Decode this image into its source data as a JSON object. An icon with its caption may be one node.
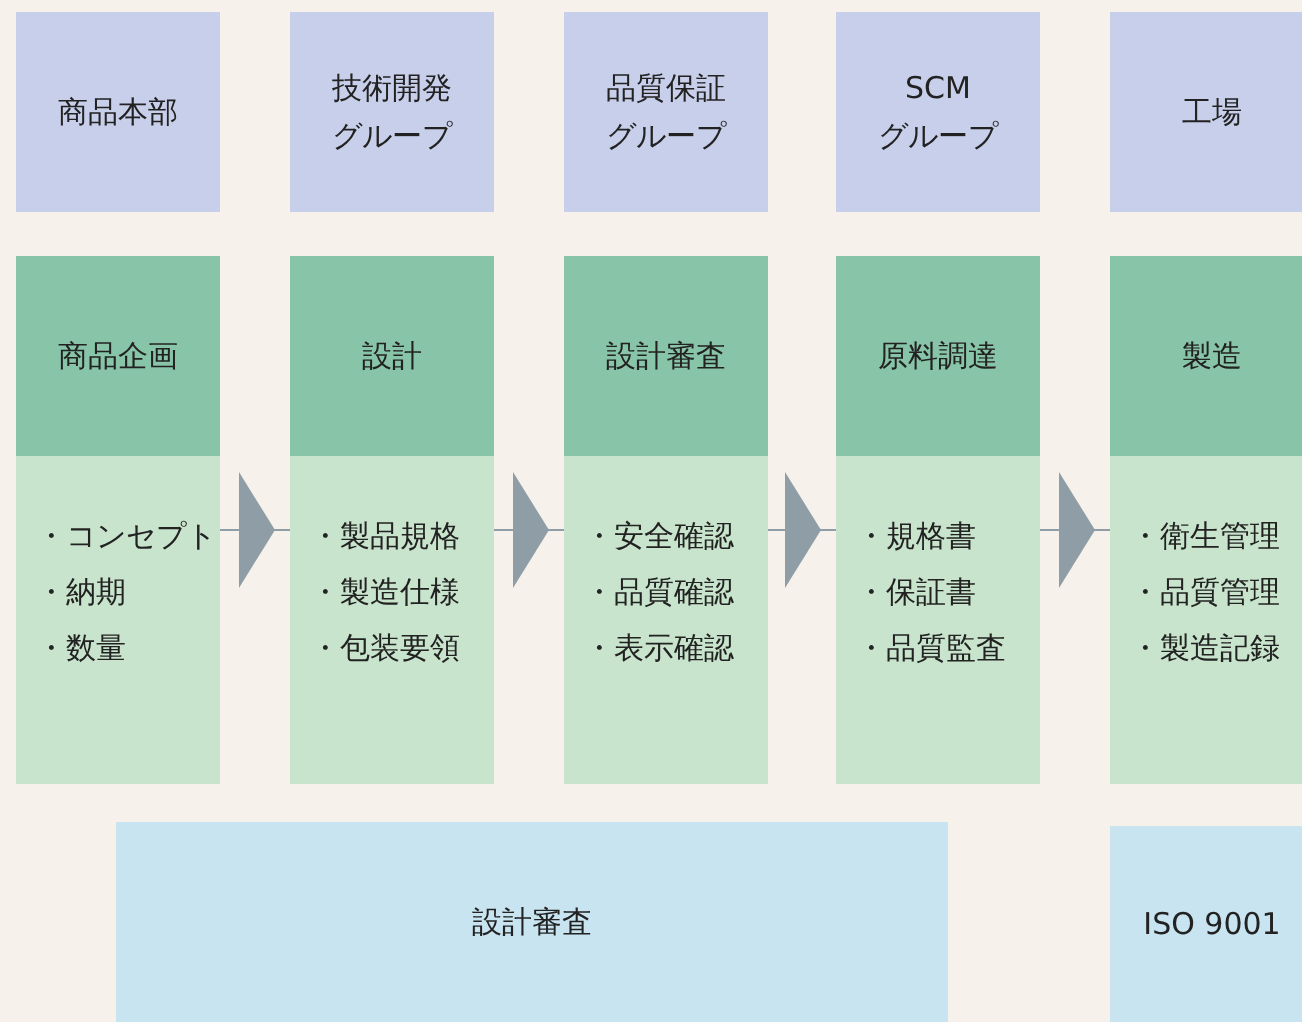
{
  "diagram": {
    "nodes": [
      {
        "text": [
          "商品本部"
        ]
      },
      {
        "text": [
          "技術開発グループ"
        ]
      },
      {
        "text": [
          "品質保証グループ"
        ]
      },
      {
        "text": [
          "SCMグループ"
        ]
      },
      {
        "text": [
          "工場"
        ]
      },
      {
        "text": [
          "商品企画",
          "・コンセプト",
          "・納期",
          "・数量"
        ]
      },
      {
        "text": [
          "設計",
          "・製品規格",
          "・製造仕様",
          "・包装要領"
        ]
      },
      {
        "text": [
          "設計審査",
          "・安全確認",
          "・品質確認",
          "・表示確認"
        ]
      },
      {
        "text": [
          "原料調達",
          "・規格書",
          "・保証書",
          "・品質監査"
        ]
      },
      {
        "text": [
          "製造",
          "・衛生管理",
          "・品質管理",
          "・製造記録"
        ]
      },
      {
        "text": [
          "設計審査"
        ]
      },
      {
        "text": [
          "ISO 9001"
        ]
      }
    ],
    "edges": [
      {
        "from": 5,
        "to": 6,
        "arrow": "to"
      },
      {
        "from": 6,
        "to": 7,
        "arrow": "to"
      },
      {
        "from": 7,
        "to": 8,
        "arrow": "to"
      },
      {
        "from": 8,
        "to": 9,
        "arrow": "to"
      }
    ]
  }
}
